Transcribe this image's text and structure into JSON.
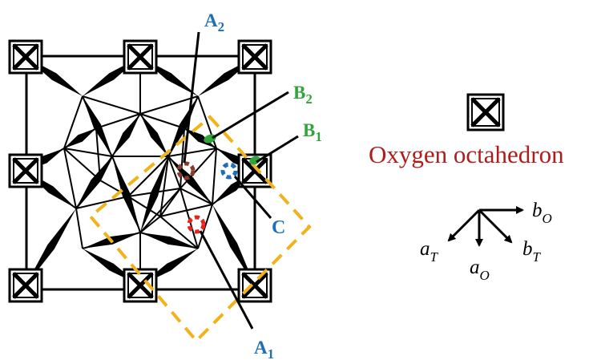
{
  "colors": {
    "site_a": "#1f6fb8",
    "site_b": "#2ea43a",
    "legend_text": "#b01c1c",
    "dashed_box": "#f2b21c",
    "marker_a1": "#e52420",
    "marker_a2": "#8b3a2e",
    "marker_c": "#1f6fb8",
    "marker_b": "#2ea43a"
  },
  "labels": {
    "a2": {
      "main": "A",
      "sub": "2"
    },
    "b2": {
      "main": "B",
      "sub": "2"
    },
    "b1": {
      "main": "B",
      "sub": "1"
    },
    "c": {
      "main": "C"
    },
    "a1": {
      "main": "A",
      "sub": "1"
    }
  },
  "legend": {
    "icon": "octahedron-icon",
    "text": "Oxygen octahedron"
  },
  "axes": {
    "b_o": {
      "main": "b",
      "sub": "O"
    },
    "a_t": {
      "main": "a",
      "sub": "T"
    },
    "a_o": {
      "main": "a",
      "sub": "O"
    },
    "b_t": {
      "main": "b",
      "sub": "T"
    }
  }
}
